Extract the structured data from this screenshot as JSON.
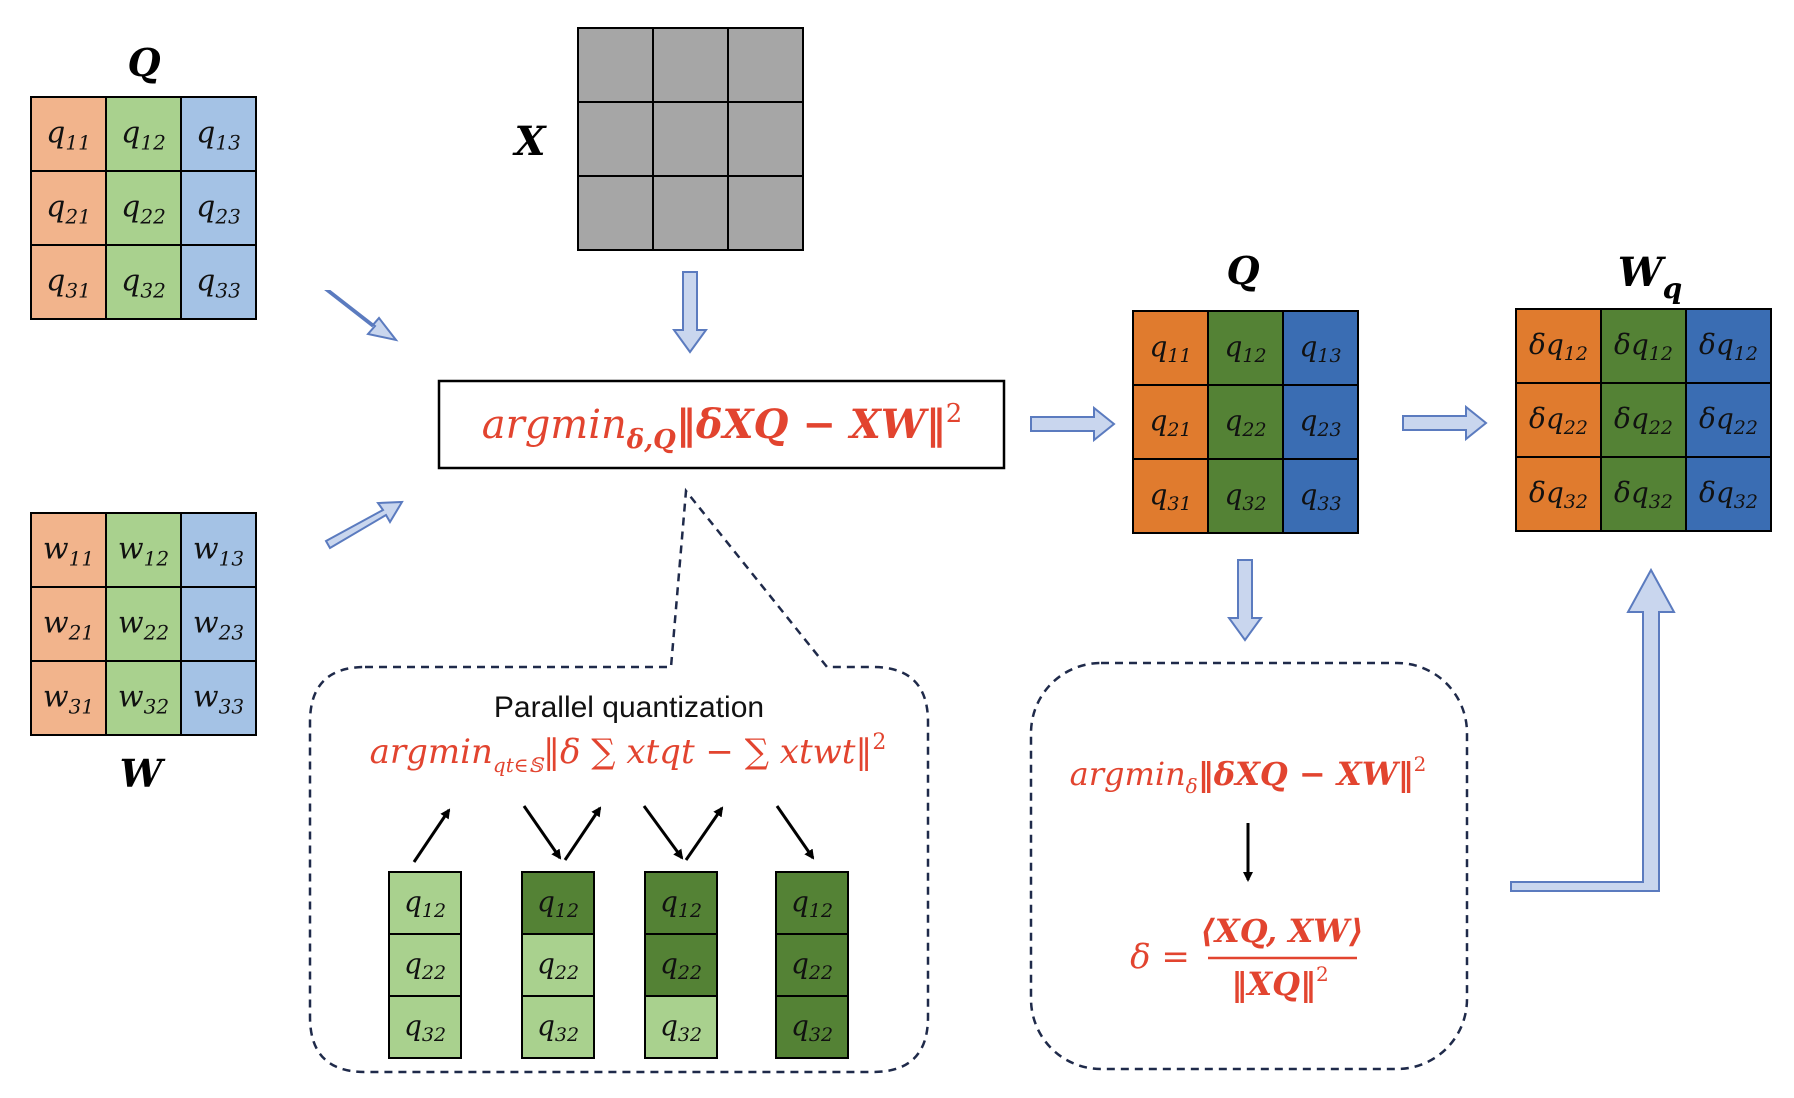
{
  "colors": {
    "orange_light": "#f2b48c",
    "green_light": "#a9d18e",
    "blue_light": "#a4c2e5",
    "orange_dark": "#e07b2e",
    "green_dark": "#548235",
    "blue_dark": "#3a6db3",
    "gray": "#a6a6a6",
    "arrow_fill": "#c9d6ee",
    "arrow_stroke": "#5b7bbf",
    "formula_red": "#e2442f"
  },
  "matrix_q_input": {
    "title": "Q",
    "cells": [
      [
        "q11",
        "q12",
        "q13"
      ],
      [
        "q21",
        "q22",
        "q23"
      ],
      [
        "q31",
        "q32",
        "q33"
      ]
    ]
  },
  "matrix_w_input": {
    "title": "W",
    "cells": [
      [
        "w11",
        "w12",
        "w13"
      ],
      [
        "w21",
        "w22",
        "w23"
      ],
      [
        "w31",
        "w32",
        "w33"
      ]
    ]
  },
  "matrix_x": {
    "title": "X"
  },
  "main_formula": {
    "prefix": "argmin",
    "subscript": "δ,Q",
    "body": "‖δXQ − XW‖",
    "power": "2"
  },
  "parallel_box": {
    "title": "Parallel quantization",
    "formula_prefix": "argmin",
    "formula_subscript": "qt∈𝕊",
    "formula_body": "‖δ ∑ xtqt − ∑ xtwt‖",
    "formula_power": "2",
    "columns": [
      {
        "cells": [
          "q12",
          "q22",
          "q32"
        ],
        "shades": [
          "light",
          "light",
          "light"
        ]
      },
      {
        "cells": [
          "q12",
          "q22",
          "q32"
        ],
        "shades": [
          "dark",
          "light",
          "light"
        ]
      },
      {
        "cells": [
          "q12",
          "q22",
          "q32"
        ],
        "shades": [
          "dark",
          "dark",
          "light"
        ]
      },
      {
        "cells": [
          "q12",
          "q22",
          "q32"
        ],
        "shades": [
          "dark",
          "dark",
          "dark"
        ]
      }
    ]
  },
  "matrix_q_output": {
    "title": "Q",
    "cells": [
      [
        "q11",
        "q12",
        "q13"
      ],
      [
        "q21",
        "q22",
        "q23"
      ],
      [
        "q31",
        "q32",
        "q33"
      ]
    ]
  },
  "matrix_wq": {
    "title": "W",
    "title_sub": "q",
    "cells": [
      [
        "δq12",
        "δq12",
        "δq12"
      ],
      [
        "δq22",
        "δq22",
        "δq22"
      ],
      [
        "δq32",
        "δq32",
        "δq32"
      ]
    ]
  },
  "delta_box": {
    "formula_prefix": "argmin",
    "formula_subscript": "δ",
    "formula_body": "‖δXQ − XW‖",
    "formula_power": "2",
    "delta_lhs": "δ =",
    "numerator": "⟨XQ, XW⟩",
    "denominator": "‖XQ‖",
    "denominator_power": "2"
  }
}
